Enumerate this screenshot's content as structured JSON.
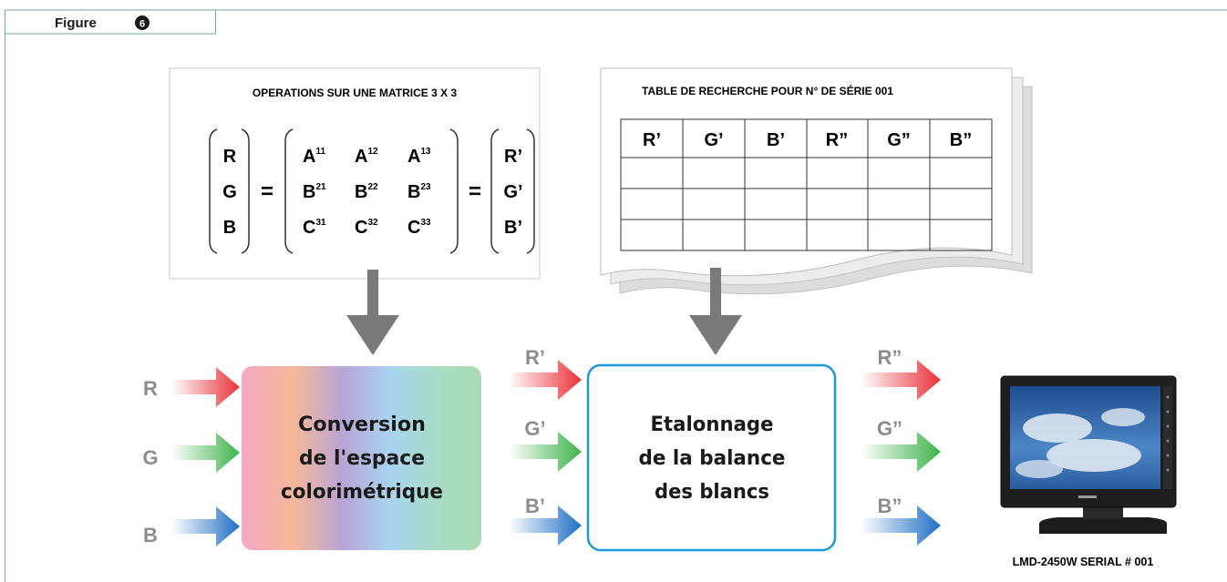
{
  "figure": {
    "label": "Figure",
    "number": "6"
  },
  "matrix_panel": {
    "title": "OPERATIONS SUR UNE MATRICE 3 X 3",
    "input_vector": [
      "R",
      "G",
      "B"
    ],
    "equals": "=",
    "rows": [
      [
        {
          "base": "A",
          "sup": "11"
        },
        {
          "base": "A",
          "sup": "12"
        },
        {
          "base": "A",
          "sup": "13"
        }
      ],
      [
        {
          "base": "B",
          "sup": "21"
        },
        {
          "base": "B",
          "sup": "22"
        },
        {
          "base": "B",
          "sup": "23"
        }
      ],
      [
        {
          "base": "C",
          "sup": "31"
        },
        {
          "base": "C",
          "sup": "32"
        },
        {
          "base": "C",
          "sup": "33"
        }
      ]
    ],
    "output_vector": [
      "R’",
      "G’",
      "B’"
    ]
  },
  "lookup_panel": {
    "title": "TABLE DE RECHERCHE POUR N° DE SÉRIE 001",
    "headers": [
      "R’",
      "G’",
      "B’",
      "R”",
      "G”",
      "B”"
    ],
    "empty_rows": 3
  },
  "stage1": {
    "inputs": [
      "R",
      "G",
      "B"
    ],
    "lines": [
      "Conversion",
      "de l'espace",
      "colorimétrique"
    ]
  },
  "stage2": {
    "inputs": [
      "R’",
      "G’",
      "B’"
    ],
    "lines": [
      "Etalonnage",
      "de la balance",
      "des blancs"
    ]
  },
  "outputs": [
    "R”",
    "G”",
    "B”"
  ],
  "monitor": {
    "caption": "LMD-2450W SERIAL # 001"
  },
  "colors": {
    "red": "#e8323a",
    "green": "#3db34a",
    "blue": "#1f6fc4",
    "label_gray": "#8c8c8c",
    "frame": "#7aa7ab",
    "calib_border": "#1a9ad6",
    "down_arrow": "#7a7a7a"
  }
}
